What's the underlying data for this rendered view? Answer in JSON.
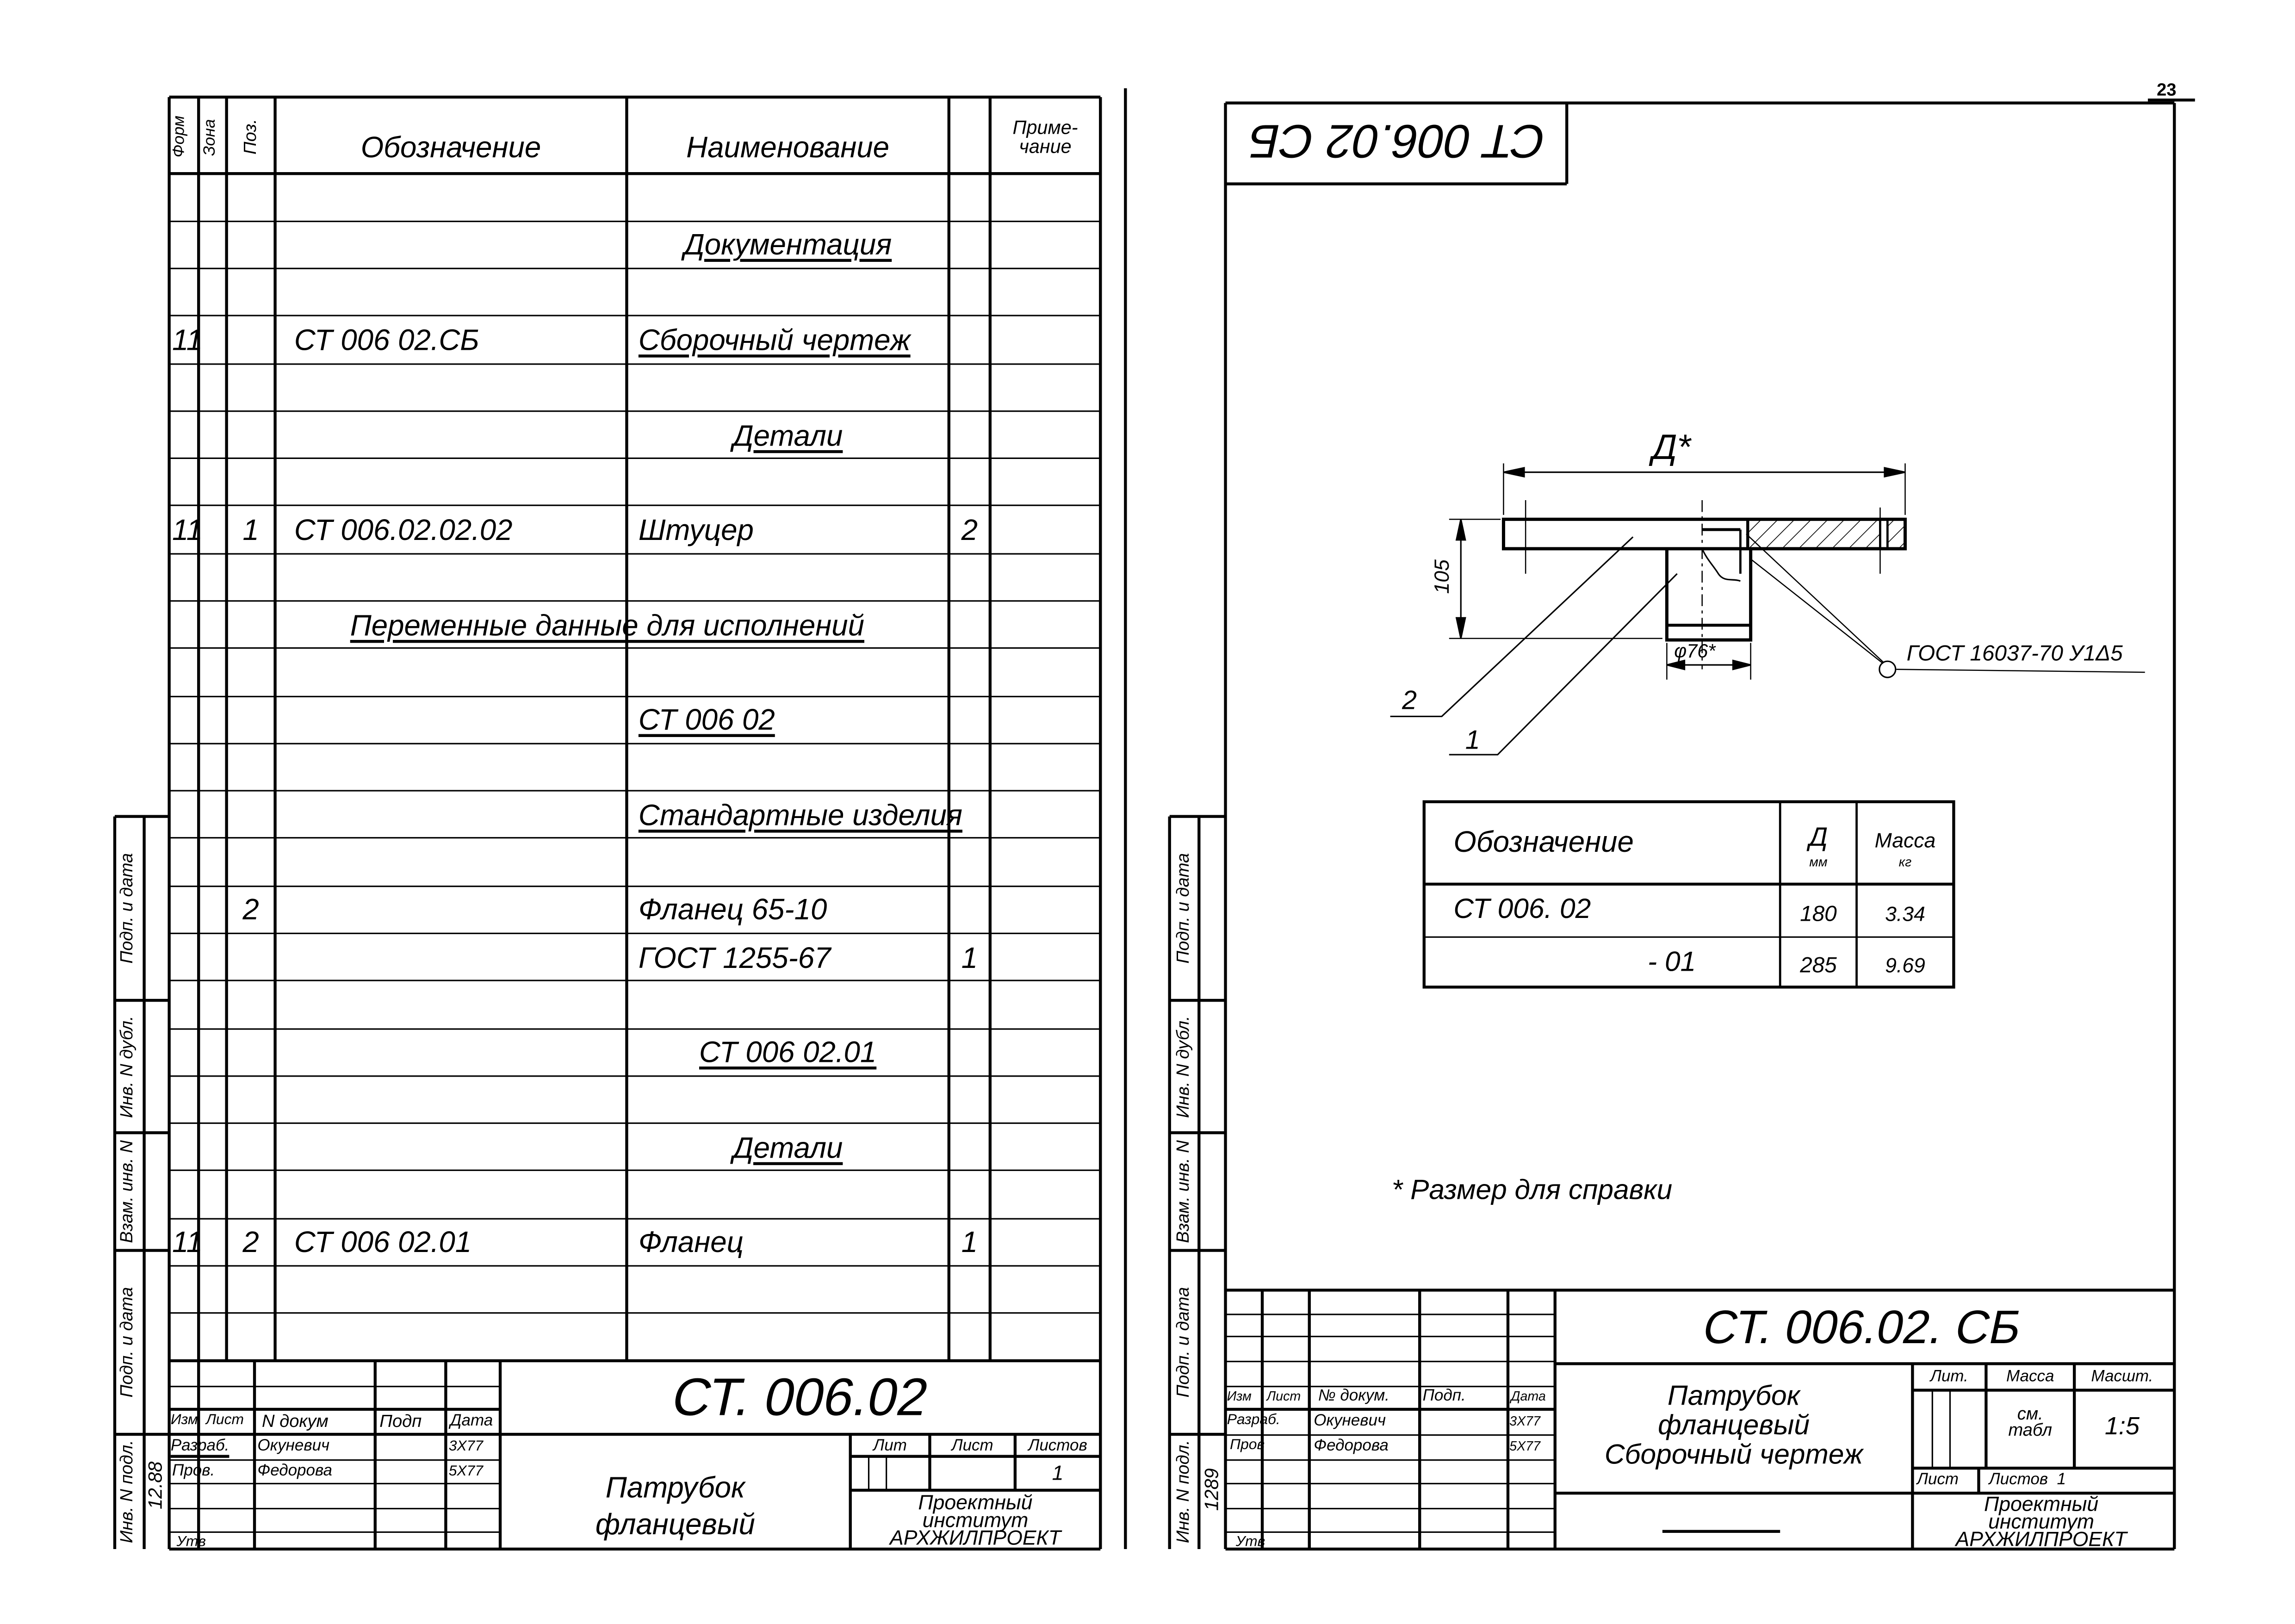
{
  "page_number": "23",
  "left_sheet": {
    "spec_header": {
      "format": "Форм",
      "zone": "Зона",
      "pos": "Поз.",
      "designation": "Обозначение",
      "name": "Наименование",
      "note": "Приме-\nчание"
    },
    "rows": [
      {},
      {
        "name": "Документация",
        "ul": true,
        "center": true
      },
      {},
      {
        "fmt": "11",
        "des": "СТ 006 02.СБ",
        "name": "Сборочный чертеж",
        "ul": true
      },
      {},
      {
        "name": "Детали",
        "ul": true,
        "center": true
      },
      {},
      {
        "fmt": "11",
        "pos": "1",
        "des": "СТ 006.02.02.02",
        "name": "Штуцер",
        "qty": "2"
      },
      {},
      {
        "span": "Переменные данные для исполнений",
        "ul": true
      },
      {},
      {
        "name": "СТ 006 02",
        "ul": true
      },
      {},
      {
        "name": "Стандартные изделия",
        "ul": true
      },
      {},
      {
        "pos": "2",
        "name": "Фланец 65-10"
      },
      {
        "name": "ГОСТ 1255-67",
        "qty": "1"
      },
      {},
      {
        "name": "СТ 006 02.01",
        "ul": true,
        "center": true
      },
      {},
      {
        "name": "Детали",
        "ul": true,
        "center": true
      },
      {},
      {
        "fmt": "11",
        "pos": "2",
        "des": "СТ 006 02.01",
        "name": "Фланец",
        "qty": "1"
      },
      {},
      {}
    ],
    "title_block": {
      "designation": "СТ. 006.02",
      "name": "Патрубок\nфланцевый",
      "headers": [
        "Изм",
        "Лист",
        "N докум",
        "Подп",
        "Дата"
      ],
      "developer": {
        "role": "Разраб.",
        "person": "Окуневич",
        "date": "3Х77"
      },
      "checker": {
        "role": "Пров.",
        "person": "Федорова",
        "date": "5Х77"
      },
      "approved_role": "Утв",
      "lit_label": "Лит",
      "sheet_label": "Лист",
      "sheets_label": "Листов",
      "sheets_value": "1",
      "organization": "Проектный\nинститут\nАРХЖИЛПРОЕКТ"
    },
    "margin_labels": [
      "Подп. и дата",
      "Инв. N дубл.",
      "Взам. инв. N",
      "Подп. и дата",
      "Инв. N подл."
    ],
    "inventory_number": "12.88"
  },
  "right_sheet": {
    "stamp": "СТ 006.02 СБ",
    "drawing": {
      "dim_d": "Д*",
      "dim_height": "105",
      "dim_diameter": "φ76*",
      "weld_note": "ГОСТ 16037-70 У1Δ5",
      "callouts": [
        "2",
        "1"
      ]
    },
    "variants_table": {
      "headers": {
        "designation": "Обозначение",
        "d": "Д",
        "d_unit": "мм",
        "mass": "Масса",
        "mass_unit": "кг"
      },
      "rows": [
        {
          "designation": "СТ 006. 02",
          "d": "180",
          "mass": "3.34"
        },
        {
          "designation": "- 01",
          "d": "285",
          "mass": "9.69"
        }
      ]
    },
    "footnote": "* Размер для справки",
    "title_block": {
      "designation": "СТ. 006.02. СБ",
      "name": "Патрубок\nфланцевый\nСборочный чертеж",
      "headers": [
        "Изм",
        "Лист",
        "№ докум.",
        "Подп.",
        "Дата"
      ],
      "developer": {
        "role": "Разраб.",
        "person": "Окуневич",
        "date": "3Х77"
      },
      "checker": {
        "role": "Пров",
        "person": "Федорова",
        "date": "5Х77"
      },
      "approved_role": "Утв",
      "lit_label": "Лит.",
      "mass_label": "Масса",
      "scale_label": "Масшт.",
      "mass_value": "см.\nтабл",
      "scale_value": "1:5",
      "sheet_label": "Лист",
      "sheets_label": "Листов  1",
      "organization": "Проектный\nинститут\nАРХЖИЛПРОЕКТ"
    },
    "margin_labels": [
      "Подп. и дата",
      "Инв. N дубл.",
      "Взам. инв. N",
      "Подп. и дата",
      "Инв. N подл."
    ],
    "inventory_number": "1289"
  }
}
